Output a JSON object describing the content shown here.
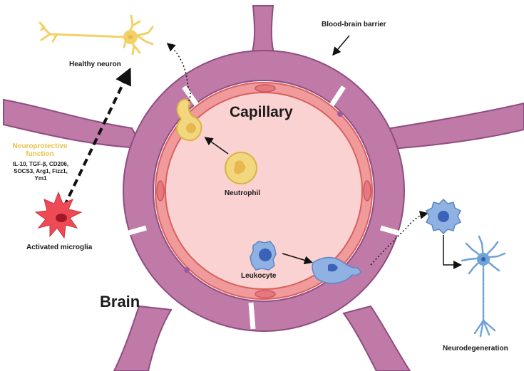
{
  "labels": {
    "capillary": "Capillary",
    "brain": "Brain",
    "bbb": "Blood-brain barrier",
    "healthy_neuron": "Healthy neuron",
    "neuroprotective": "Neuroprotective function",
    "markers": "IL-10, TGF-β, CD206, SOCS3, Arg1, Fizz1, Ym1",
    "activated_microglia": "Activated microglia",
    "neutrophil": "Neutrophil",
    "leukocyte": "Leukocyte",
    "neurodegeneration": "Neurodegeneration"
  },
  "colors": {
    "barrier": "#c07aa8",
    "barrier_stroke": "#8e4d7f",
    "lumen": "#fbd2d2",
    "endothelium": "#f19a9c",
    "endothelium_stroke": "#d8605f",
    "neutrophil": "#f2d77e",
    "neuron_healthy": "#f3d167",
    "microglia": "#ee4a55",
    "leukocyte": "#8fb2e3",
    "neuron_degenerating": "#6fa2d9",
    "neuroprotective_text": "#e7c14b"
  }
}
